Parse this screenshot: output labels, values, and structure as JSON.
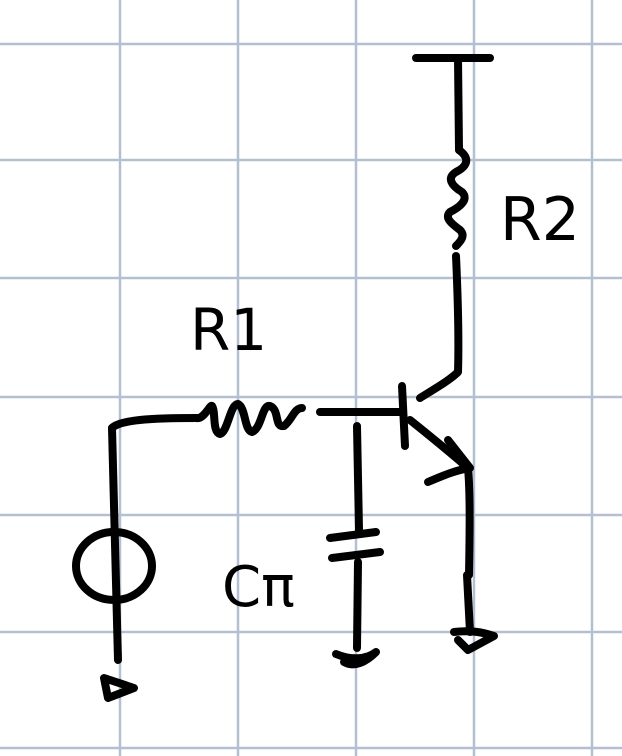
{
  "diagram": {
    "labels": {
      "r2": "R2",
      "r1": "R1",
      "c_pi": "Cπ"
    },
    "colors": {
      "grid": "#b4bfd2",
      "ink": "#000000",
      "paper": "#ffffff"
    },
    "components": [
      {
        "name": "current-source",
        "type": "current-source"
      },
      {
        "name": "resistor-r1",
        "type": "resistor"
      },
      {
        "name": "resistor-r2",
        "type": "resistor"
      },
      {
        "name": "capacitor-c-pi",
        "type": "capacitor"
      },
      {
        "name": "bjt-transistor",
        "type": "npn-transistor"
      },
      {
        "name": "supply-rail",
        "type": "supply"
      },
      {
        "name": "ground-symbols",
        "type": "ground"
      }
    ]
  }
}
